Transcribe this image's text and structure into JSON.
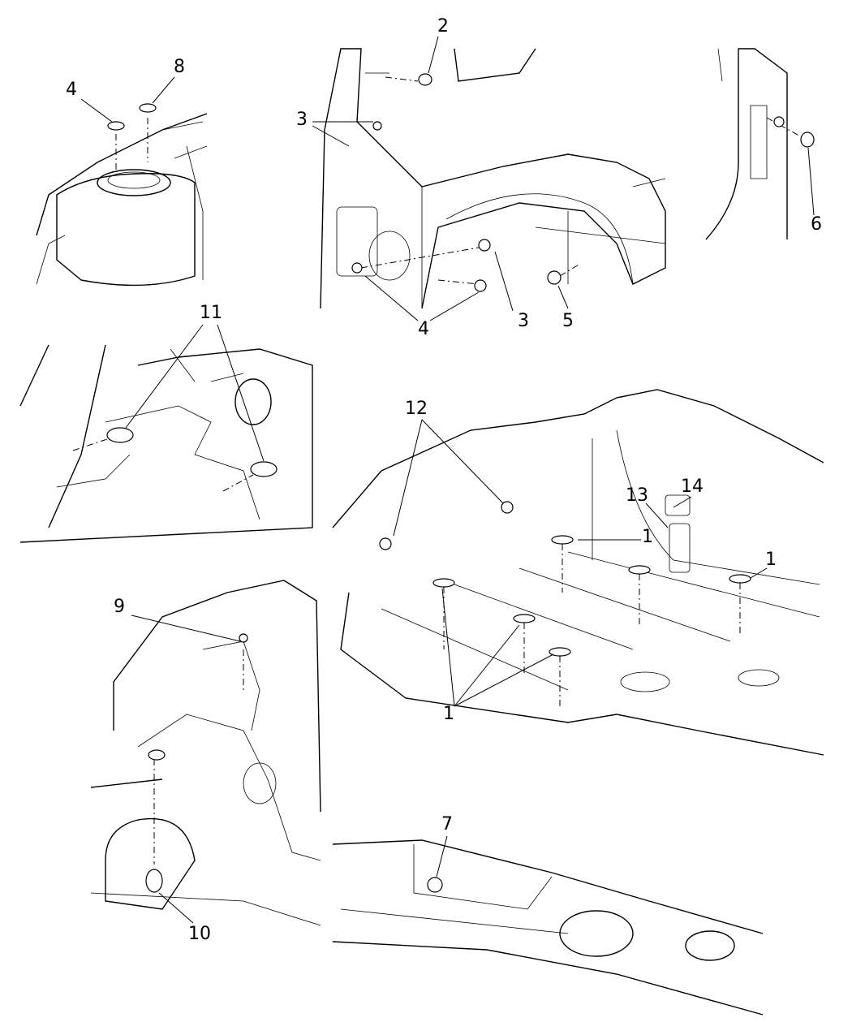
{
  "diagram": {
    "type": "exploded parts diagram",
    "callouts": [
      {
        "id": "c4a",
        "label": "4"
      },
      {
        "id": "c8",
        "label": "8"
      },
      {
        "id": "c2",
        "label": "2"
      },
      {
        "id": "c3a",
        "label": "3"
      },
      {
        "id": "c3b",
        "label": "3"
      },
      {
        "id": "c4b",
        "label": "4"
      },
      {
        "id": "c5",
        "label": "5"
      },
      {
        "id": "c6",
        "label": "6"
      },
      {
        "id": "c11",
        "label": "11"
      },
      {
        "id": "c12",
        "label": "12"
      },
      {
        "id": "c13",
        "label": "13"
      },
      {
        "id": "c14",
        "label": "14"
      },
      {
        "id": "c1a",
        "label": "1"
      },
      {
        "id": "c1b",
        "label": "1"
      },
      {
        "id": "c1c",
        "label": "1"
      },
      {
        "id": "c9",
        "label": "9"
      },
      {
        "id": "c10",
        "label": "10"
      },
      {
        "id": "c7",
        "label": "7"
      }
    ]
  }
}
